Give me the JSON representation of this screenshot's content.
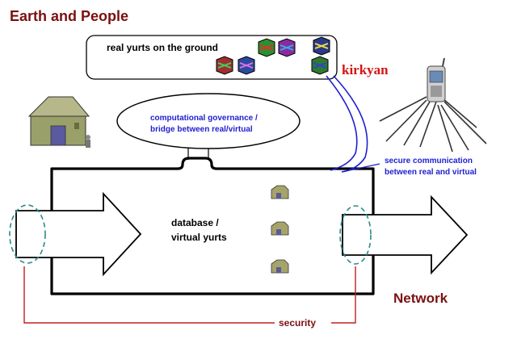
{
  "diagram": {
    "title": "Earth and People",
    "real_yurts_label": "real yurts on the ground",
    "kirkyan_label": "kirkyan",
    "governance_line1": "computational governance /",
    "governance_line2": "bridge between real/virtual",
    "secure_line1": "secure communication",
    "secure_line2": "between real and virtual",
    "database_line1": "database /",
    "database_line2": "virtual yurts",
    "network_label": "Network",
    "security_label": "security"
  },
  "colors": {
    "title": "#7a1010",
    "kirkyan": "#d41414",
    "blue_text": "#1f1fd0",
    "connector_blue": "#1f1fd0",
    "security_line": "#c02020",
    "dashed_loop": "#2a8a8a",
    "outline": "#000000"
  }
}
